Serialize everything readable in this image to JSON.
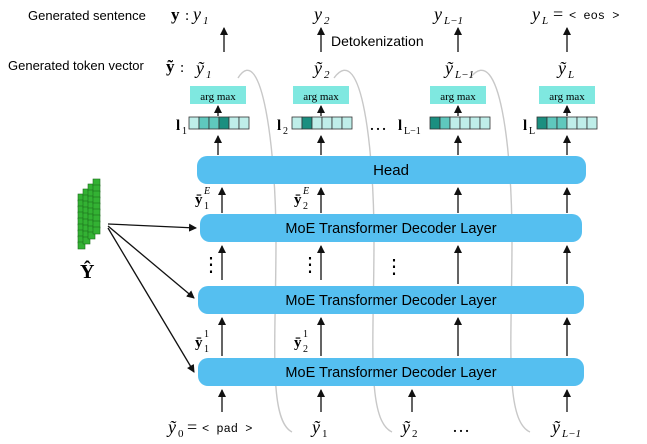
{
  "colors": {
    "layer_fill": "#55bff0",
    "argmax_fill": "#7fe8e0",
    "cell_light": "#bfeee9",
    "cell_mid": "#5fc8bd",
    "cell_dark": "#1b8f80",
    "matrix_green": "#33b233",
    "curve": "#c8c8c8"
  },
  "labels": {
    "generated_sentence": "Generated sentence",
    "generated_token_vector": "Generated token vector",
    "y_bold": "y",
    "y_tilde_bold": "ỹ",
    "colon": ":",
    "detokenization": "Detokenization",
    "argmax": "arg max",
    "head": "Head",
    "decoder_layer": "MoE Transformer Decoder Layer",
    "matrix_label": "Ŷ",
    "vdots": "⋮",
    "dots": "…",
    "eq": "="
  },
  "sentence": {
    "y1": "y",
    "y1_sub": "1",
    "y2": "y",
    "y2_sub": "2",
    "yL1": "y",
    "yL1_sub": "L−1",
    "yL": "y",
    "yL_sub": "L",
    "eos": "< eos >"
  },
  "token_vectors": {
    "t1_sub": "1",
    "t2_sub": "2",
    "tL1_sub": "L−1",
    "tL_sub": "L",
    "base": "ỹ"
  },
  "logits": {
    "l": "l",
    "l1_sub": "1",
    "l2_sub": "2",
    "lL1_sub": "L−1",
    "lL_sub": "L"
  },
  "hidden": {
    "base": "ȳ",
    "top_sup": "E",
    "bottom_sup": "1",
    "sub1": "1",
    "sub2": "2"
  },
  "inputs": {
    "y0": "ỹ",
    "y0_sub": "0",
    "pad": "< pad >",
    "y1": "ỹ",
    "y1_sub": "1",
    "y2": "ỹ",
    "y2_sub": "2",
    "yL1": "ỹ",
    "yL1_sub": "L−1"
  }
}
